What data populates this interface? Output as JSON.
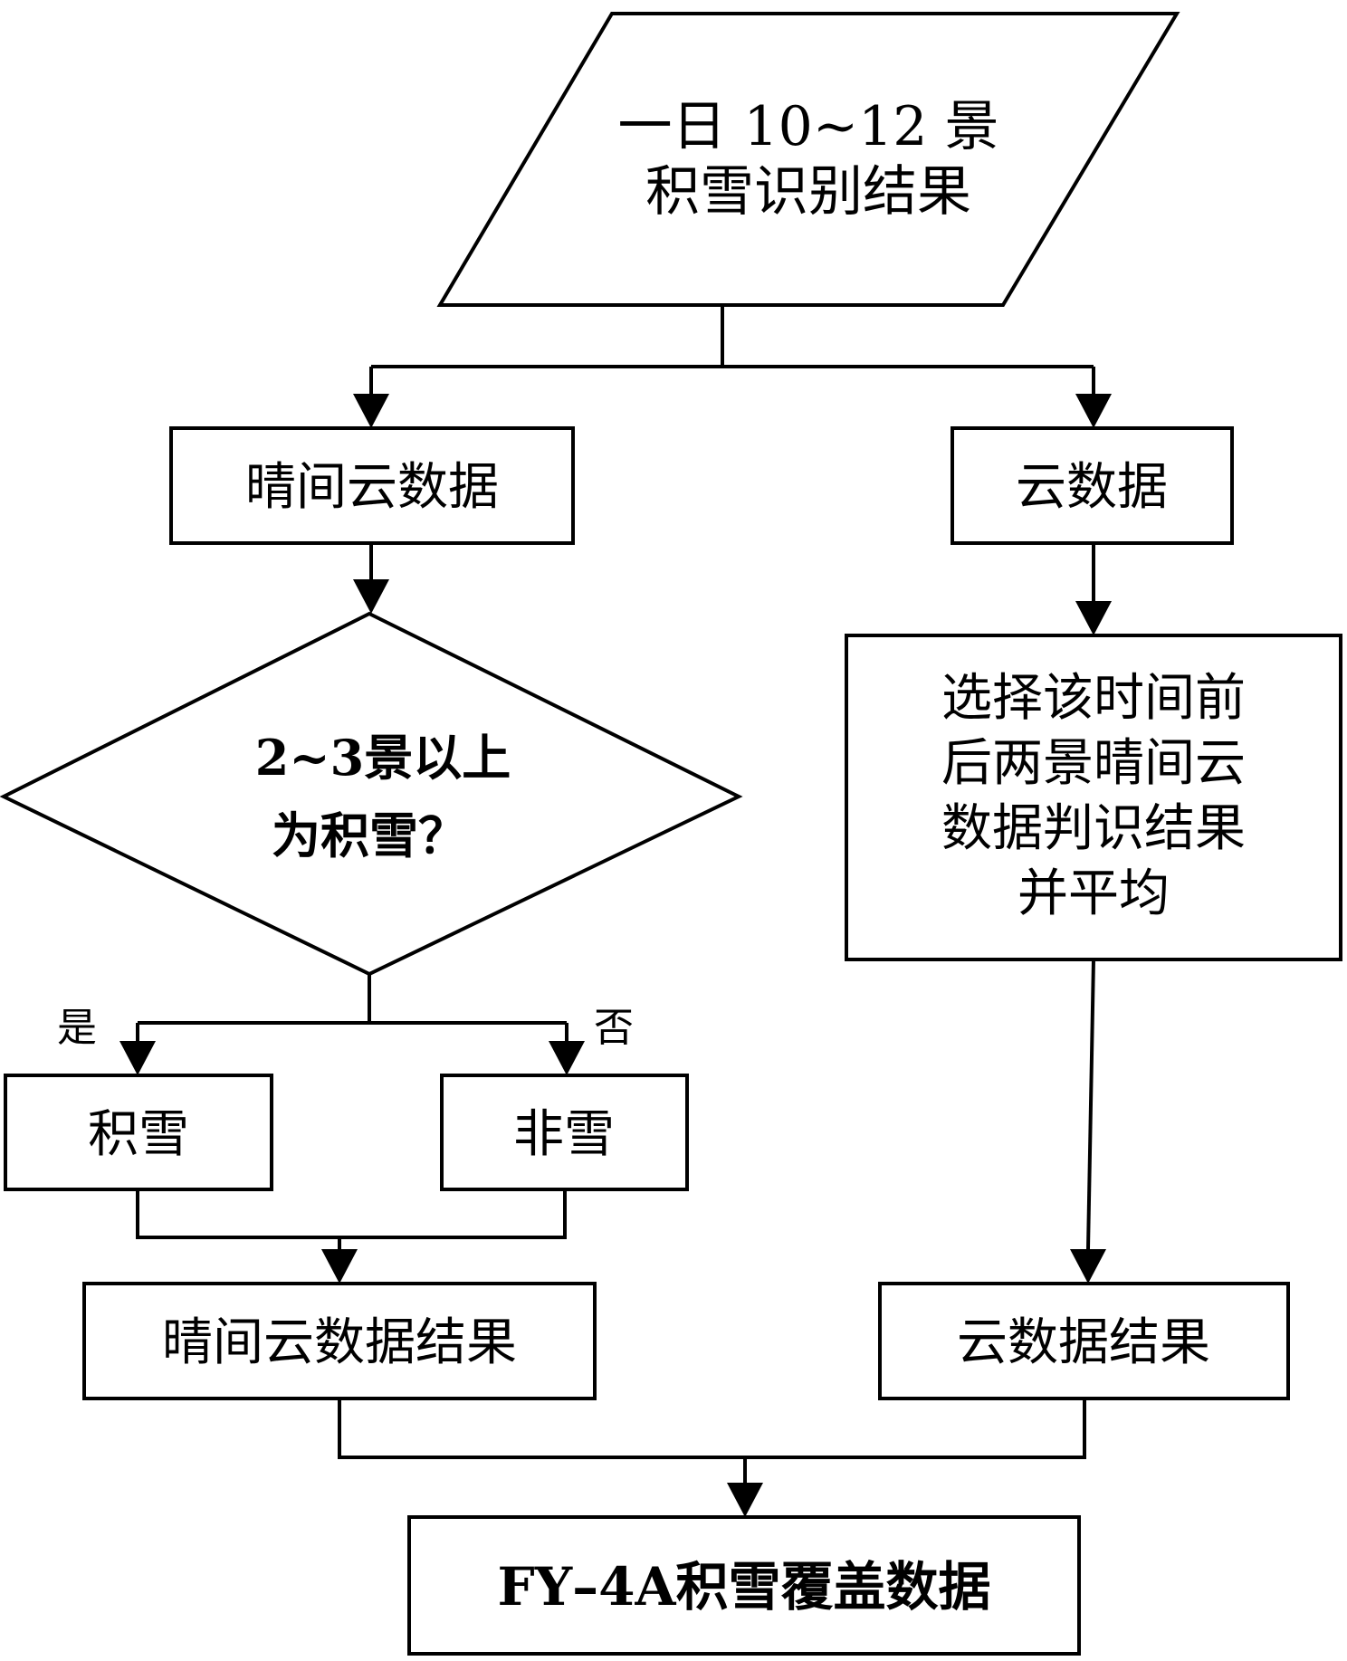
{
  "input": {
    "line1": "一日 10~12 景",
    "line2": "积雪识别结果"
  },
  "clear_data": "晴间云数据",
  "cloud_data": "云数据",
  "decision": {
    "line1": "2~3景以上",
    "line2": "为积雪？"
  },
  "yes_label": "是",
  "no_label": "否",
  "snow": "积雪",
  "non_snow": "非雪",
  "cloud_process": {
    "line1": "选择该时间前",
    "line2": "后两景晴间云",
    "line3": "数据判识结果",
    "line4": "并平均"
  },
  "clear_result": "晴间云数据结果",
  "cloud_result": "云数据结果",
  "final": "FY–4A积雪覆盖数据"
}
